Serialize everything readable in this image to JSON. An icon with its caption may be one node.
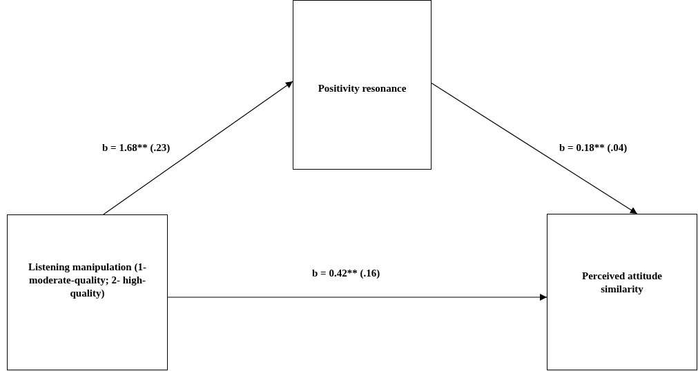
{
  "diagram": {
    "nodes": [
      {
        "text": [
          "Listening manipulation (1- moderate-quality; 2- high-quality)"
        ]
      },
      {
        "text": [
          "Positivity resonance"
        ]
      },
      {
        "text": [
          "Perceived attitude similarity"
        ]
      }
    ],
    "edges": [
      {
        "from": 0,
        "to": 1,
        "arrow": "to",
        "label": "b = 1.68** (.23)"
      },
      {
        "from": 1,
        "to": 2,
        "arrow": "to",
        "label": "b = 0.18** (.04)"
      },
      {
        "from": 0,
        "to": 2,
        "arrow": "to",
        "label": "b = 0.42** (.16)"
      }
    ]
  }
}
